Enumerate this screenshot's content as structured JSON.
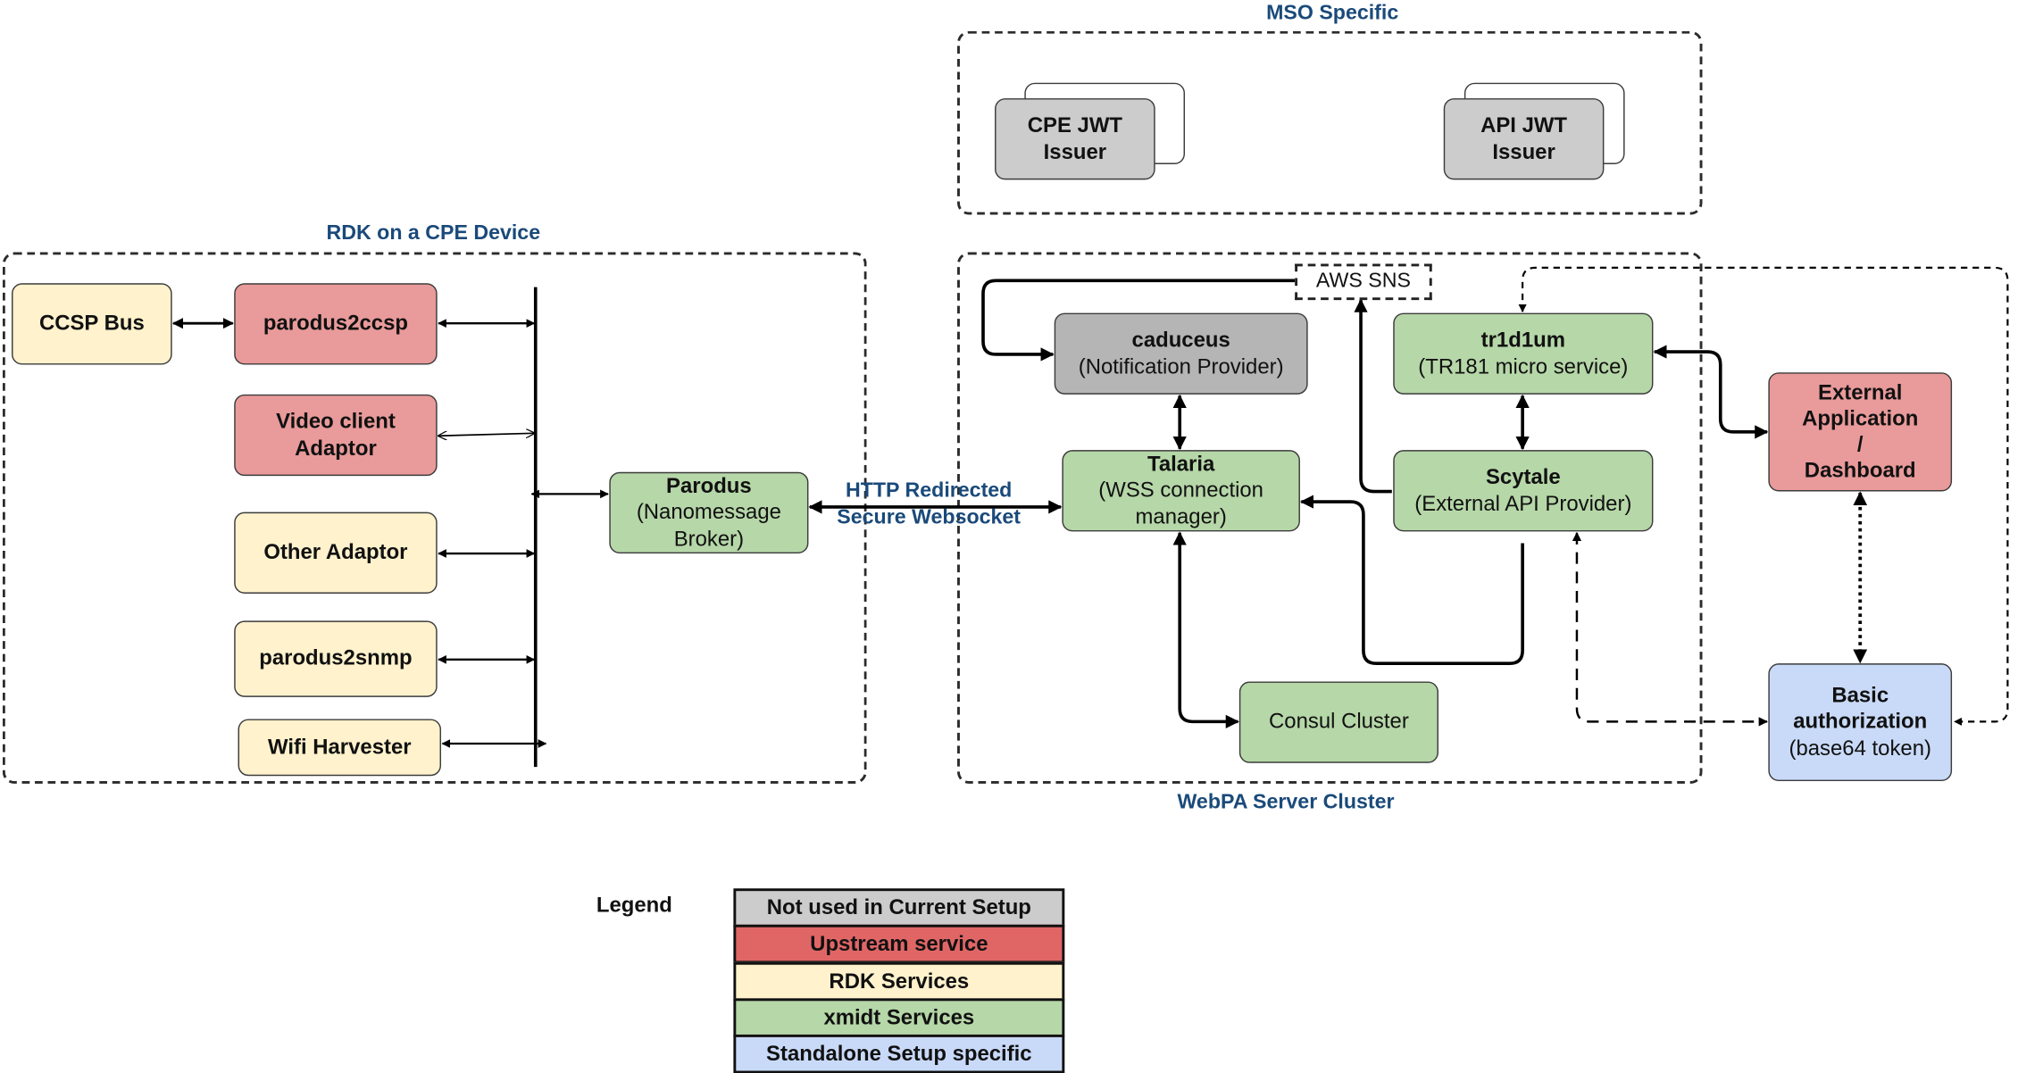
{
  "groups": {
    "rdk": "RDK on a CPE Device",
    "mso": "MSO Specific",
    "webpa": "WebPA Server Cluster"
  },
  "nodes": {
    "ccsp_bus": {
      "title": "CCSP Bus"
    },
    "parodus2ccsp": {
      "title": "parodus2ccsp"
    },
    "video_client": {
      "title": "Video client Adaptor"
    },
    "other_adaptor": {
      "title": "Other Adaptor"
    },
    "parodus2snmp": {
      "title": "parodus2snmp"
    },
    "wifi_harvester": {
      "title": "Wifi Harvester"
    },
    "parodus": {
      "title": "Parodus",
      "subtitle": "(Nanomessage Broker)"
    },
    "cpe_jwt": {
      "title": "CPE JWT Issuer"
    },
    "api_jwt": {
      "title": "API JWT Issuer"
    },
    "aws_sns": {
      "title": "AWS SNS"
    },
    "caduceus": {
      "title": "caduceus",
      "subtitle": "(Notification Provider)"
    },
    "tr1d1um": {
      "title": "tr1d1um",
      "subtitle": "(TR181 micro service)"
    },
    "talaria": {
      "title": "Talaria",
      "subtitle": "(WSS connection manager)"
    },
    "scytale": {
      "title": "Scytale",
      "subtitle": "(External API Provider)"
    },
    "consul": {
      "title": "Consul Cluster"
    },
    "external_app": {
      "title": "External Application / Dashboard"
    },
    "basic_auth": {
      "title": "Basic authorization",
      "subtitle": "(base64 token)"
    }
  },
  "edge_labels": {
    "websocket": "HTTP Redirected Secure Websocket"
  },
  "legend": {
    "title": "Legend",
    "items": [
      {
        "label": "Not used in Current Setup",
        "color": "#cccccc"
      },
      {
        "label": "Upstream service",
        "color": "#e06666"
      },
      {
        "label": "RDK Services",
        "color": "#fff2cc"
      },
      {
        "label": "xmidt Services",
        "color": "#b6d7a8"
      },
      {
        "label": "Standalone Setup specific",
        "color": "#c9daf8"
      }
    ]
  },
  "colors": {
    "grey": "#cccccc",
    "upstream_red": "#e99a9a",
    "rdk_yellow": "#fff2cc",
    "xmidt_green": "#b6d7a8",
    "standalone_blue": "#c9daf8",
    "group_label_blue": "#1a4a7a"
  }
}
